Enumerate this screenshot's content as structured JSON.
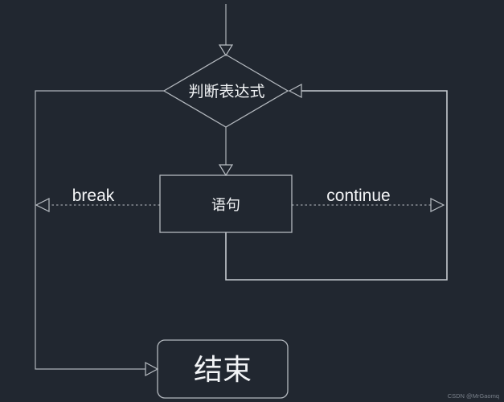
{
  "diagram": {
    "type": "flowchart",
    "background_color": "#212730",
    "line_color": "#b3b8be",
    "text_color": "#f2f4f6",
    "nodes": {
      "decision": {
        "label": "判断表达式",
        "shape": "diamond"
      },
      "statement": {
        "label": "语句",
        "shape": "rectangle"
      },
      "end": {
        "label": "结束",
        "shape": "rounded-rectangle"
      }
    },
    "edges": {
      "break_label": "break",
      "continue_label": "continue"
    }
  },
  "watermark": {
    "text": "CSDN @MrGaomq",
    "color": "#79808a"
  }
}
